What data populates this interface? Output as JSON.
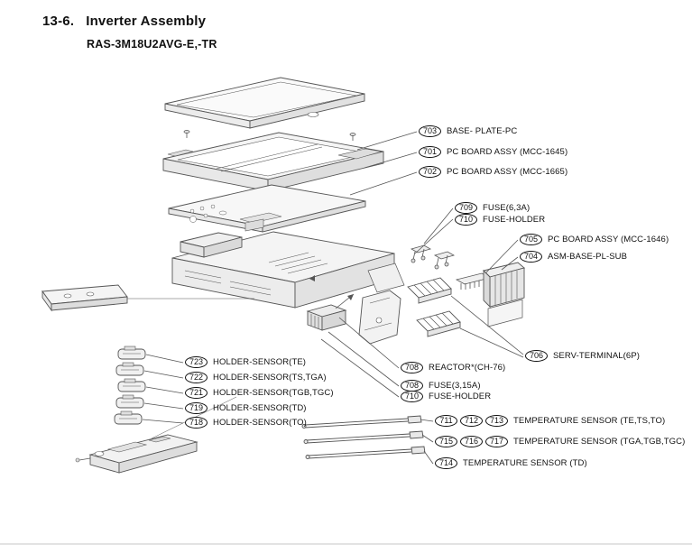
{
  "page": {
    "section_number": "13-6.",
    "section_title": "Inverter Assembly",
    "model": "RAS-3M18U2AVG-E,-TR"
  },
  "callouts": [
    {
      "numbers": [
        "703"
      ],
      "label": "BASE- PLATE-PC"
    },
    {
      "numbers": [
        "701"
      ],
      "label": "PC BOARD ASSY (MCC-1645)"
    },
    {
      "numbers": [
        "702"
      ],
      "label": "PC BOARD ASSY (MCC-1665)"
    },
    {
      "numbers": [
        "709"
      ],
      "label": "FUSE(6,3A)"
    },
    {
      "numbers": [
        "710"
      ],
      "label": "FUSE-HOLDER"
    },
    {
      "numbers": [
        "705"
      ],
      "label": "PC BOARD ASSY (MCC-1646)"
    },
    {
      "numbers": [
        "704"
      ],
      "label": "ASM-BASE-PL-SUB"
    },
    {
      "numbers": [
        "706"
      ],
      "label": "SERV-TERMINAL(6P)"
    },
    {
      "numbers": [
        "723"
      ],
      "label": "HOLDER-SENSOR(TE)"
    },
    {
      "numbers": [
        "722"
      ],
      "label": "HOLDER-SENSOR(TS,TGA)"
    },
    {
      "numbers": [
        "721"
      ],
      "label": "HOLDER-SENSOR(TGB,TGC)"
    },
    {
      "numbers": [
        "719"
      ],
      "label": "HOLDER-SENSOR(TD)"
    },
    {
      "numbers": [
        "718"
      ],
      "label": "HOLDER-SENSOR(TO)"
    },
    {
      "numbers": [
        "708"
      ],
      "label": "REACTOR*(CH-76)"
    },
    {
      "numbers": [
        "708"
      ],
      "label": "FUSE(3,15A)"
    },
    {
      "numbers": [
        "710"
      ],
      "label": "FUSE-HOLDER"
    },
    {
      "numbers": [
        "711",
        "712",
        "713"
      ],
      "label": "TEMPERATURE SENSOR (TE,TS,TO)"
    },
    {
      "numbers": [
        "715",
        "716",
        "717"
      ],
      "label": "TEMPERATURE SENSOR (TGA,TGB,TGC)"
    },
    {
      "numbers": [
        "714"
      ],
      "label": "TEMPERATURE SENSOR (TD)"
    }
  ]
}
